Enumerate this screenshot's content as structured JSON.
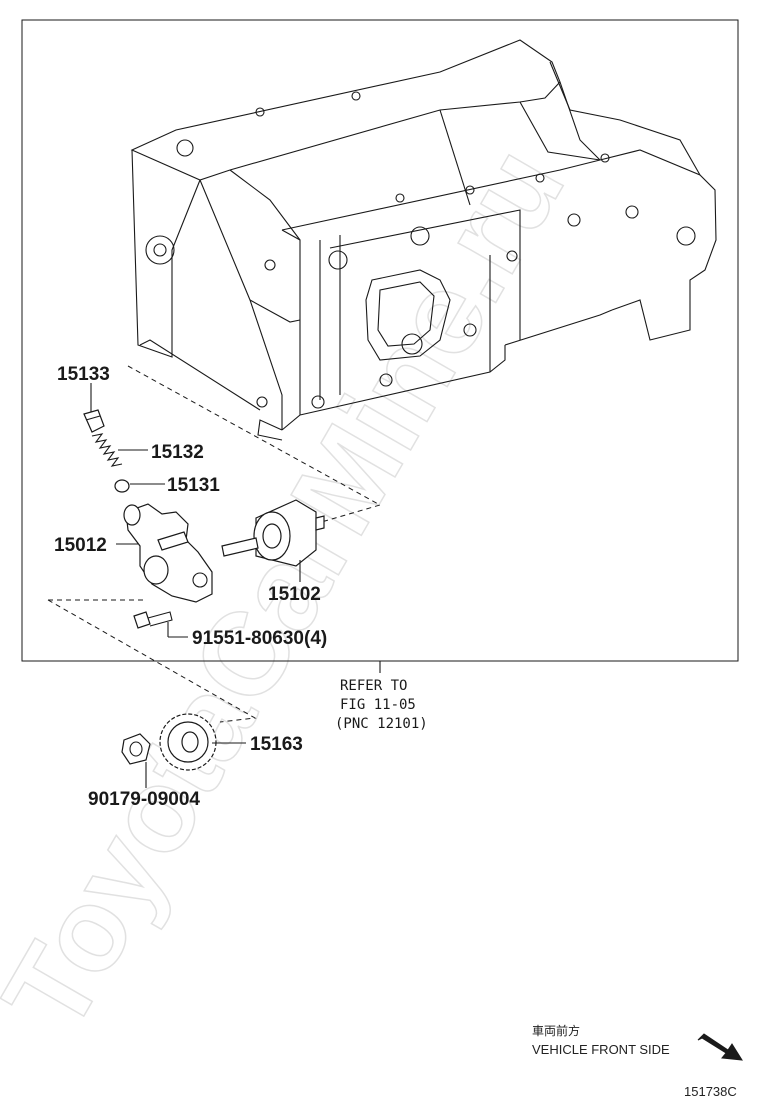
{
  "callouts": {
    "p15133": "15133",
    "p15132": "15132",
    "p15131": "15131",
    "p15012": "15012",
    "p15102": "15102",
    "p91551": "91551-80630(4)",
    "p15163": "15163",
    "p90179": "90179-09004"
  },
  "reference": {
    "line1": "REFER TO",
    "line2": "FIG 11-05",
    "line3": "(PNC 12101)"
  },
  "orientation": {
    "label_jp": "車両前方",
    "label_en": "VEHICLE FRONT SIDE",
    "arrow_icon": "direction-arrow-icon"
  },
  "illustration_code": "151738C",
  "watermark": "ToyotaCarMine.ru"
}
